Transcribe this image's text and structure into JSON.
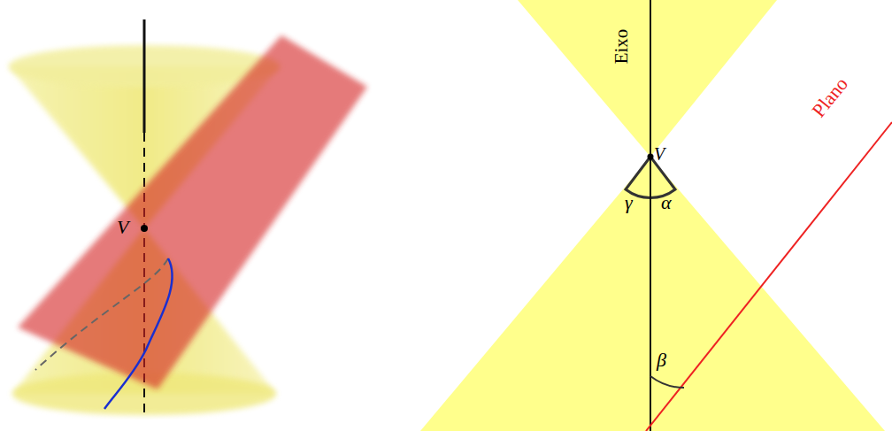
{
  "diagram": {
    "labels": [
      "V",
      "Eixo",
      "V",
      "γ",
      "α",
      "β",
      "Plano"
    ]
  }
}
